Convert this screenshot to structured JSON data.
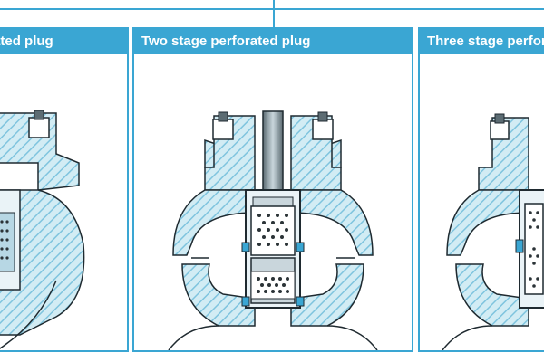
{
  "panels": [
    {
      "title": "One stage perforated plug"
    },
    {
      "title": "Two stage perforated plug"
    },
    {
      "title": "Three stage perforated plug"
    }
  ],
  "colors": {
    "accent": "#3aa6d3",
    "body_fill": "#d2ecf4",
    "hatch": "#7fc4de",
    "outline": "#1f2a30",
    "metal_dark": "#5c6c73",
    "metal_light": "#c9d6dc",
    "cage_fill": "#eaf3f7",
    "hole": "#2b3337"
  }
}
